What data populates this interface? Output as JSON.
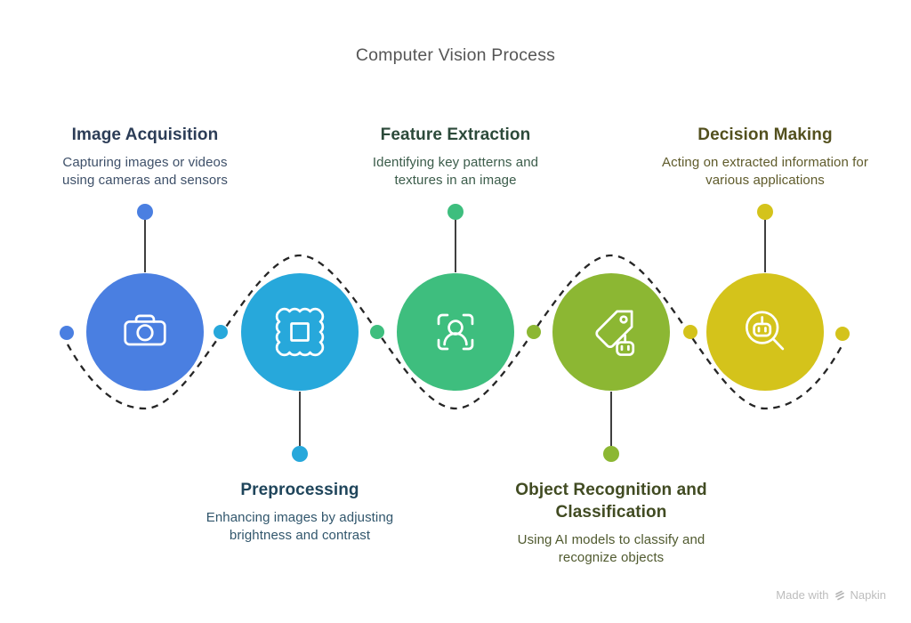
{
  "title": "Computer Vision Process",
  "steps": [
    {
      "label": "Image Acquisition",
      "description": "Capturing images or videos using cameras and sensors",
      "color": "#4A7FE1",
      "heading_color": "#2C3D57",
      "body_color": "#3E5069",
      "icon": "camera-icon",
      "position": "top"
    },
    {
      "label": "Preprocessing",
      "description": "Enhancing images by adjusting brightness and contrast",
      "color": "#27A8DB",
      "heading_color": "#1F455B",
      "body_color": "#31566C",
      "icon": "stamp-image-icon",
      "position": "bottom"
    },
    {
      "label": "Feature Extraction",
      "description": "Identifying key patterns and textures in an image",
      "color": "#3EBE7E",
      "heading_color": "#2C4A3A",
      "body_color": "#3B5C4A",
      "icon": "face-scan-icon",
      "position": "top"
    },
    {
      "label": "Object Recognition and Classification",
      "description": "Using AI models to classify and recognize objects",
      "color": "#8CB733",
      "heading_color": "#414B22",
      "body_color": "#505A2F",
      "icon": "tag-robot-icon",
      "position": "bottom"
    },
    {
      "label": "Decision Making",
      "description": "Acting on extracted information for various applications",
      "color": "#D4C31B",
      "heading_color": "#53501E",
      "body_color": "#5F5B2B",
      "icon": "robot-search-icon",
      "position": "top"
    }
  ],
  "connector": {
    "line_color": "#262626",
    "stem_color": "#3F3F3F"
  },
  "watermark": {
    "prefix": "Made with",
    "brand": "Napkin"
  }
}
